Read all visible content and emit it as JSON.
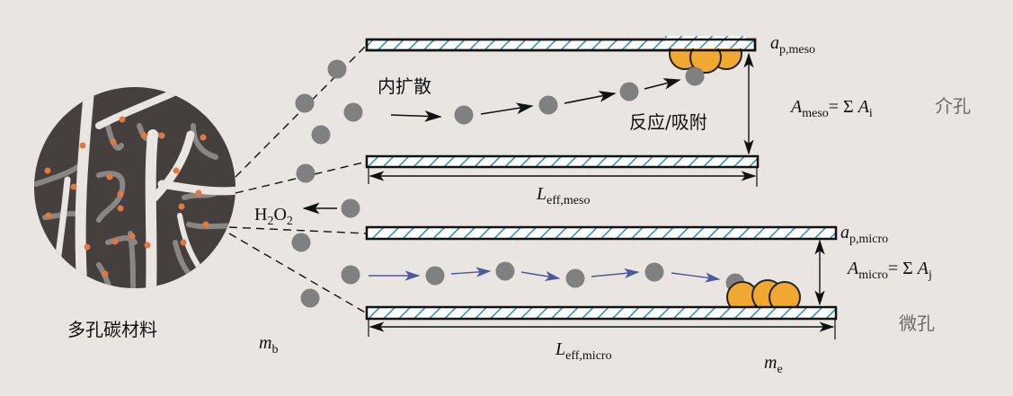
{
  "labels": {
    "material": "多孔碳材料",
    "internal_diffusion": "内扩散",
    "reaction_adsorption": "反应/吸附",
    "mesopore": "介孔",
    "micropore": "微孔",
    "h2o2_main": "H",
    "h2o2_sub1": "2",
    "h2o2_mid": "O",
    "h2o2_sub2": "2",
    "ap_meso_main": "a",
    "ap_meso_sub": "p,meso",
    "ap_micro_main": "a",
    "ap_micro_sub": "p,micro",
    "a_meso_main": "A",
    "a_meso_sub": "meso",
    "a_meso_eq": "= Σ ",
    "a_meso_term": "A",
    "a_meso_idx": "i",
    "a_micro_main": "A",
    "a_micro_sub": "micro",
    "a_micro_eq": "= Σ ",
    "a_micro_term": "A",
    "a_micro_idx": "j",
    "leff_meso_main": "L",
    "leff_meso_sub": "eff,meso",
    "leff_micro_main": "L",
    "leff_micro_sub": "eff,micro",
    "mb_main": "m",
    "mb_sub": "b",
    "me_main": "m",
    "me_sub": "e"
  },
  "colors": {
    "background": "#e9e5e1",
    "particle": "#808080",
    "adsorbed": "#f0a830",
    "hatch": "#2a8fb5",
    "carbon": "#45403d",
    "micro_arrow": "#4a5a9a"
  }
}
